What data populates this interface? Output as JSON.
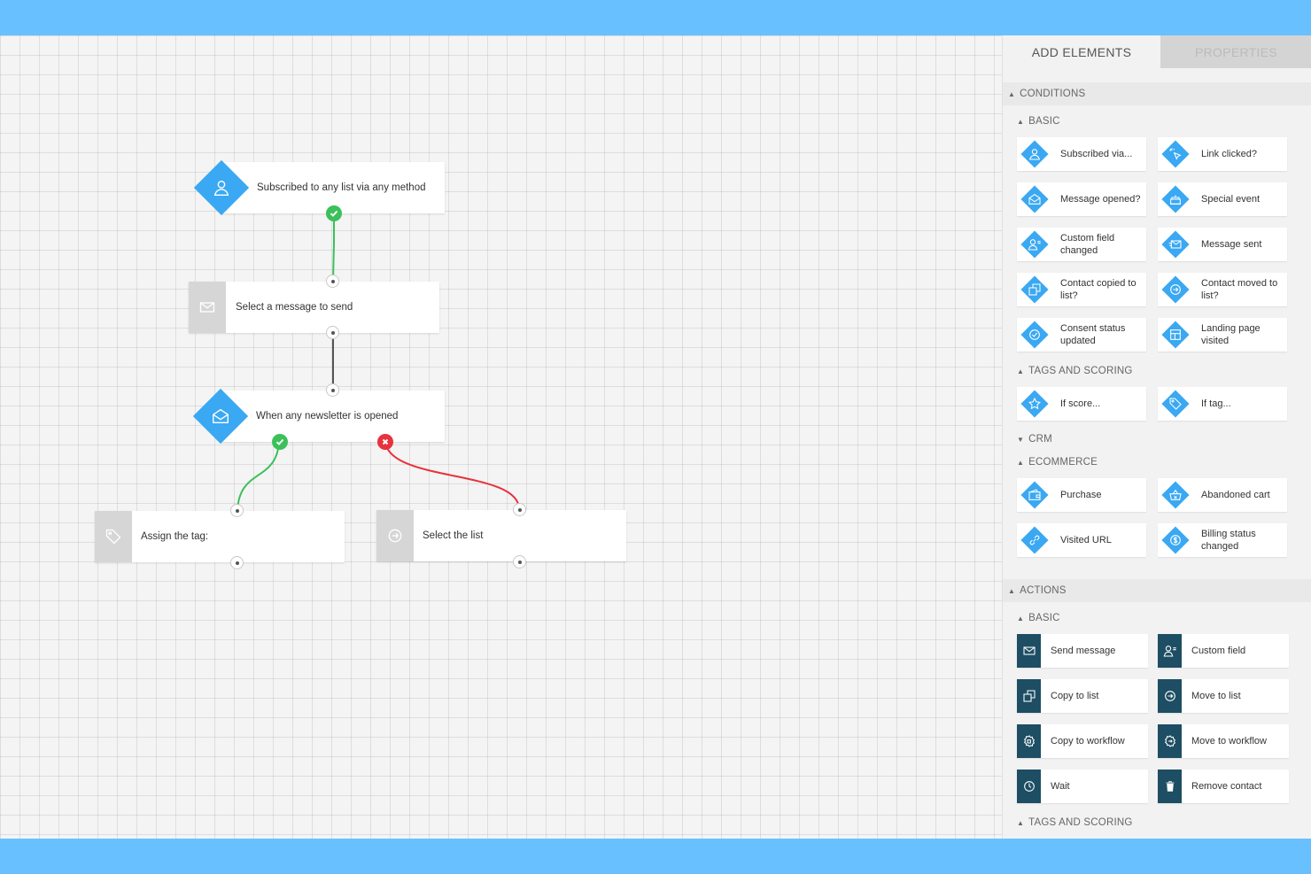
{
  "panel": {
    "tabs": {
      "add": "ADD ELEMENTS",
      "props": "PROPERTIES"
    },
    "conditions": {
      "title": "CONDITIONS",
      "basic_title": "BASIC",
      "basic": [
        {
          "label": "Subscribed via...",
          "icon": "user-icon"
        },
        {
          "label": "Link clicked?",
          "icon": "click-icon"
        },
        {
          "label": "Message opened?",
          "icon": "open-envelope-icon"
        },
        {
          "label": "Special event",
          "icon": "cake-icon"
        },
        {
          "label": "Custom field changed",
          "icon": "user-field-icon"
        },
        {
          "label": "Message sent",
          "icon": "envelope-sent-icon"
        },
        {
          "label": "Contact copied to list?",
          "icon": "copy-icon"
        },
        {
          "label": "Contact moved to list?",
          "icon": "move-icon"
        },
        {
          "label": "Consent status updated",
          "icon": "check-circle-icon"
        },
        {
          "label": "Landing page visited",
          "icon": "layout-icon"
        }
      ],
      "tags_title": "TAGS AND SCORING",
      "tags": [
        {
          "label": "If score...",
          "icon": "star-icon"
        },
        {
          "label": "If tag...",
          "icon": "tag-icon"
        }
      ],
      "crm_title": "CRM",
      "ecommerce_title": "ECOMMERCE",
      "ecommerce": [
        {
          "label": "Purchase",
          "icon": "wallet-icon"
        },
        {
          "label": "Abandoned cart",
          "icon": "basket-icon"
        },
        {
          "label": "Visited URL",
          "icon": "link-icon"
        },
        {
          "label": "Billing status changed",
          "icon": "billing-icon"
        }
      ]
    },
    "actions": {
      "title": "ACTIONS",
      "basic_title": "BASIC",
      "basic": [
        {
          "label": "Send message",
          "icon": "envelope-icon"
        },
        {
          "label": "Custom field",
          "icon": "user-field-icon"
        },
        {
          "label": "Copy to list",
          "icon": "copy-icon"
        },
        {
          "label": "Move to list",
          "icon": "move-icon"
        },
        {
          "label": "Copy to workflow",
          "icon": "gear-copy-icon"
        },
        {
          "label": "Move to workflow",
          "icon": "gear-move-icon"
        },
        {
          "label": "Wait",
          "icon": "clock-icon"
        },
        {
          "label": "Remove contact",
          "icon": "trash-icon"
        }
      ],
      "tags_title": "TAGS AND SCORING"
    }
  },
  "workflow": {
    "nodes": {
      "subscribed": "Subscribed to any list via any method",
      "send_message": "Select a message to send",
      "newsletter_opened": "When any newsletter is opened",
      "assign_tag": "Assign the tag:",
      "select_list": "Select the list"
    }
  },
  "colors": {
    "accent": "#3aa8f2",
    "frame": "#69c0ff",
    "action_dark": "#1d4e63",
    "yes": "#3cc05a",
    "no": "#e8323c"
  }
}
